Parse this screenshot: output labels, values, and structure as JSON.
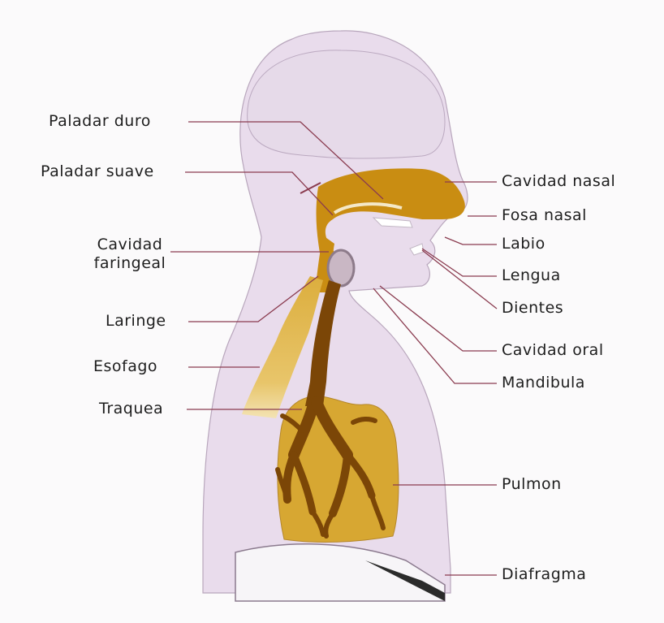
{
  "labels": {
    "paladar_duro": "Paladar duro",
    "paladar_suave": "Paladar suave",
    "cavidad_faringeal_1": "Cavidad",
    "cavidad_faringeal_2": "faringeal",
    "laringe": "Laringe",
    "esofago": "Esofago",
    "traquea": "Traquea",
    "cavidad_nasal": "Cavidad nasal",
    "fosa_nasal": "Fosa nasal",
    "labio": "Labio",
    "lengua": "Lengua",
    "dientes": "Dientes",
    "cavidad_oral": "Cavidad oral",
    "mandibula": "Mandibula",
    "pulmon": "Pulmon",
    "diafragma": "Diafragma"
  },
  "colors": {
    "body_fill": "#e9dcec",
    "body_stroke": "#b8a6bc",
    "tract": "#c98d12",
    "tract_dark": "#7b4607",
    "lung": "#d7a732",
    "leader_line": "#8a3b4f"
  }
}
